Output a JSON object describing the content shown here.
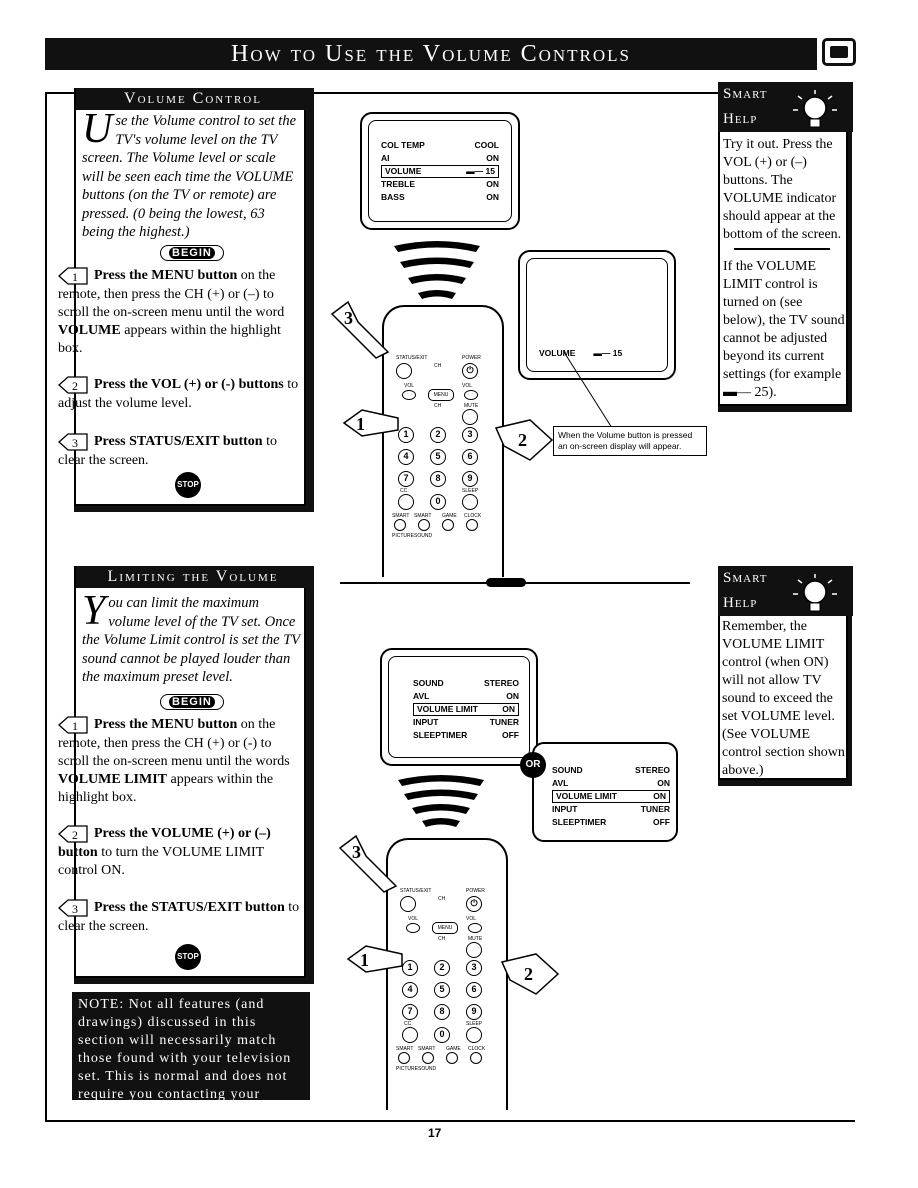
{
  "header": {
    "title": "How to Use the Volume Controls"
  },
  "section1": {
    "heading": "Volume Control",
    "intro_dropcap": "U",
    "intro": "se the Volume control to set the TV's volume level on the TV screen. The Volume level or scale will be seen each time the VOLUME buttons (on the TV or remote) are pressed. (0 being the lowest, 63 being the highest.)",
    "begin_label": "BEGIN",
    "steps": [
      {
        "num": "1",
        "bold": "Press the MENU button",
        "text": " on the remote, then press the CH (+) or (–) to scroll the on-screen menu until the word ",
        "bold2": "VOLUME",
        "text2": " appears within the highlight box."
      },
      {
        "num": "2",
        "bold": "Press the VOL (+) or (-) buttons",
        "text": " to adjust the volume level."
      },
      {
        "num": "3",
        "bold": "Press STATUS/EXIT button",
        "text": " to clear the screen."
      }
    ],
    "stop_label": "STOP"
  },
  "section2": {
    "heading": "Limiting the Volume",
    "intro_dropcap": "Y",
    "intro": "ou can limit the maximum volume level of the TV set. Once the Volume Limit control is set the TV sound cannot be played louder than the maximum preset level.",
    "begin_label": "BEGIN",
    "steps": [
      {
        "num": "1",
        "bold": "Press the MENU button",
        "text": " on the remote, then press the CH (+) or (-) to scroll the on-screen menu until the words ",
        "bold2": "VOLUME LIMIT",
        "text2": " appears within the highlight box."
      },
      {
        "num": "2",
        "bold": "Press the VOLUME (+) or (–) button",
        "text": " to turn the VOLUME LIMIT control ON."
      },
      {
        "num": "3",
        "bold": "Press the STATUS/EXIT button",
        "text": " to clear the screen."
      }
    ],
    "stop_label": "STOP"
  },
  "note": "NOTE: Not all features (and drawings) discussed in this section will necessarily match those found with your television set. This is normal and does not require you contacting your dealer or requesting service.",
  "smart_help1": {
    "head1": "Smart",
    "head2": "Help",
    "p1": "Try it out. Press the VOL (+) or (–) buttons. The VOLUME indicator should appear at the bottom of the screen.",
    "p2": "If the VOLUME LIMIT control is turned on (see below), the TV sound cannot be adjusted beyond its current settings (for example ▬— 25)."
  },
  "smart_help2": {
    "head1": "Smart",
    "head2": "Help",
    "p1": "Remember, the VOLUME LIMIT control (when ON) will not allow TV sound to exceed the set VOLUME level. (See VOLUME control section shown above.)"
  },
  "tv1_menu": [
    {
      "label": "COL TEMP",
      "value": "COOL"
    },
    {
      "label": "AI",
      "value": "ON"
    },
    {
      "label": "VOLUME",
      "value": "▬— 15",
      "highlight": true
    },
    {
      "label": "TREBLE",
      "value": "ON"
    },
    {
      "label": "BASS",
      "value": "ON"
    }
  ],
  "tv2_display": {
    "label": "VOLUME",
    "value": "▬— 15"
  },
  "callout1": "When the Volume button is pressed an on-screen display will appear.",
  "tv3_menu": [
    {
      "label": "SOUND",
      "value": "STEREO"
    },
    {
      "label": "AVL",
      "value": "ON"
    },
    {
      "label": "VOLUME LIMIT",
      "value": "ON",
      "highlight": true
    },
    {
      "label": "INPUT",
      "value": "TUNER"
    },
    {
      "label": "SLEEPTIMER",
      "value": "OFF"
    }
  ],
  "or_label": "OR",
  "tv4_menu": [
    {
      "label": "SOUND",
      "value": "STEREO"
    },
    {
      "label": "AVL",
      "value": "ON"
    },
    {
      "label": "VOLUME LIMIT",
      "value": "ON",
      "highlight": true
    },
    {
      "label": "INPUT",
      "value": "TUNER"
    },
    {
      "label": "SLEEPTIMER",
      "value": "OFF"
    }
  ],
  "remote_labels": {
    "status": "STATUS/EXIT",
    "power": "POWER",
    "vol": "VOL",
    "ch": "CH",
    "menu": "MENU",
    "mute": "MUTE",
    "sleep": "SLEEP",
    "cc": "CC",
    "smart": "SMART",
    "game": "GAME",
    "clock": "CLOCK",
    "picture": "PICTURE",
    "sound": "SOUND",
    "digits": [
      "1",
      "2",
      "3",
      "4",
      "5",
      "6",
      "7",
      "8",
      "9",
      "0"
    ]
  },
  "page_number": "17"
}
